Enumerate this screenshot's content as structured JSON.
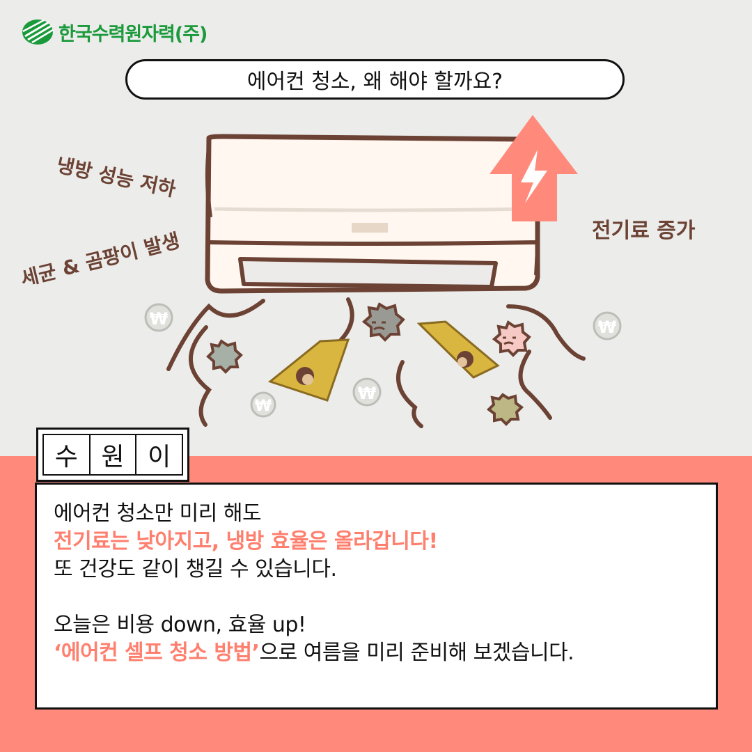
{
  "brand": {
    "name": "한국수력원자력(주)",
    "logo_color": "#1b9a3c"
  },
  "title": "에어컨 청소, 왜 해야 할까요?",
  "illustration": {
    "labels": {
      "cooling": "냉방 성능 저하",
      "mold": "세균 & 곰팡이 발생",
      "cost": "전기료 증가"
    },
    "coin_symbol": "₩",
    "arrow_color": "#ff8a7c",
    "label_color": "#6b4233"
  },
  "name_tag": [
    "수",
    "원",
    "이"
  ],
  "message": {
    "line1": "에어컨 청소만 미리 해도",
    "line2": "전기료는 낮아지고, 냉방 효율은 올라갑니다!",
    "line3": "또 건강도 같이 챙길 수 있습니다.",
    "line4": "오늘은 비용 down, 효율 up!",
    "line5_highlight": "‘에어컨 셀프 청소 방법’",
    "line5_rest": "으로 여름을 미리 준비해 보겠습니다."
  },
  "colors": {
    "background": "#ececeb",
    "accent": "#ff8a7c",
    "highlight_text": "#ff7f6e"
  }
}
